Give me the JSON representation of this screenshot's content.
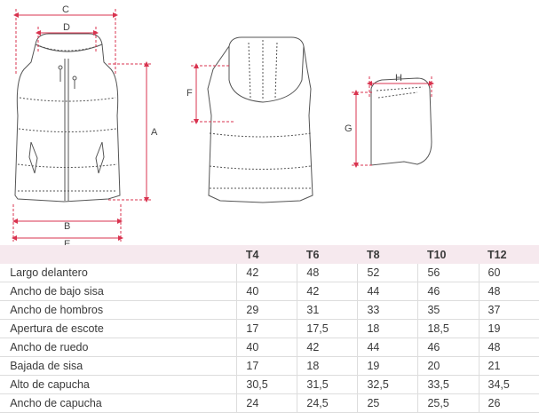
{
  "diagram": {
    "labels": [
      "A",
      "B",
      "C",
      "D",
      "E",
      "F",
      "G",
      "H"
    ]
  },
  "colors": {
    "accent": "#d9334f",
    "line": "#555555",
    "header_bg": "#f6e9ee"
  },
  "table": {
    "headers": [
      "T4",
      "T6",
      "T8",
      "T10",
      "T12"
    ],
    "rows": [
      {
        "label": "Largo delantero",
        "values": [
          "42",
          "48",
          "52",
          "56",
          "60"
        ]
      },
      {
        "label": "Ancho de bajo sisa",
        "values": [
          "40",
          "42",
          "44",
          "46",
          "48"
        ]
      },
      {
        "label": "Ancho de hombros",
        "values": [
          "29",
          "31",
          "33",
          "35",
          "37"
        ]
      },
      {
        "label": "Apertura de escote",
        "values": [
          "17",
          "17,5",
          "18",
          "18,5",
          "19"
        ]
      },
      {
        "label": "Ancho de ruedo",
        "values": [
          "40",
          "42",
          "44",
          "46",
          "48"
        ]
      },
      {
        "label": "Bajada de sisa",
        "values": [
          "17",
          "18",
          "19",
          "20",
          "21"
        ]
      },
      {
        "label": "Alto de capucha",
        "values": [
          "30,5",
          "31,5",
          "32,5",
          "33,5",
          "34,5"
        ]
      },
      {
        "label": "Ancho de capucha",
        "values": [
          "24",
          "24,5",
          "25",
          "25,5",
          "26"
        ]
      }
    ]
  }
}
